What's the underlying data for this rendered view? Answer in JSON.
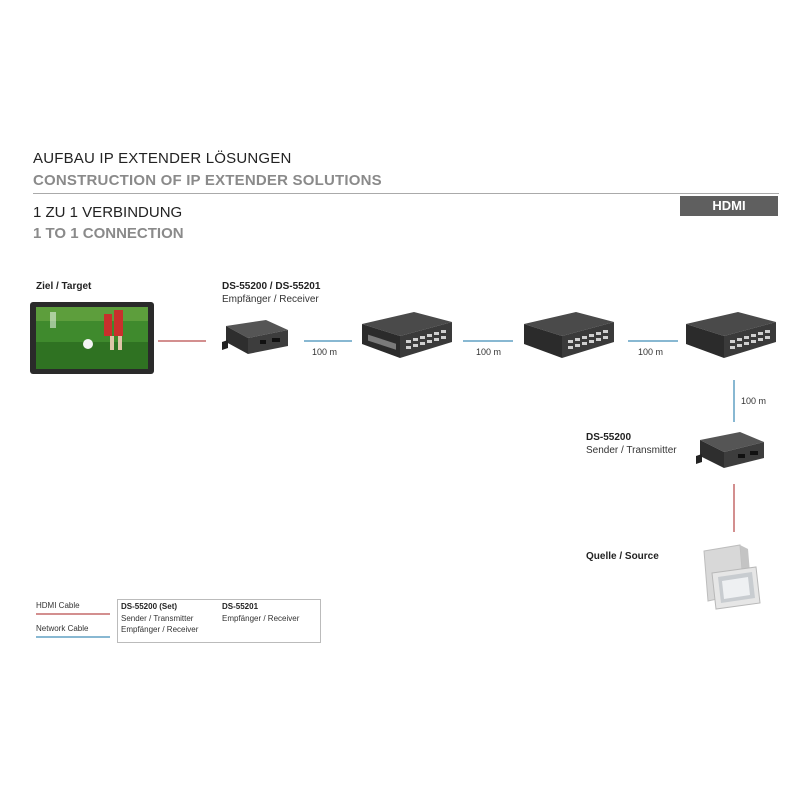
{
  "header": {
    "title_de": "AUFBAU IP EXTENDER LÖSUNGEN",
    "title_en": "CONSTRUCTION OF IP EXTENDER SOLUTIONS",
    "subtitle_de": "1 ZU 1 VERBINDUNG",
    "subtitle_en": "1 TO 1 CONNECTION",
    "badge": "HDMI"
  },
  "diagram": {
    "target_label": "Ziel / Target",
    "receiver_model": "DS-55200 / DS-55201",
    "receiver_role": "Empfänger / Receiver",
    "distance_1": "100 m",
    "distance_2": "100 m",
    "distance_3": "100 m",
    "distance_4": "100 m",
    "sender_model": "DS-55200",
    "sender_role": "Sender / Transmitter",
    "source_label": "Quelle / Source"
  },
  "legend": {
    "hdmi_cable": "HDMI Cable",
    "network_cable": "Network Cable",
    "set_model": "DS-55200 (Set)",
    "set_line1": "Sender / Transmitter",
    "set_line2": "Empfänger / Receiver",
    "single_model": "DS-55201",
    "single_line1": "Empfänger / Receiver"
  },
  "colors": {
    "hdmi_cable": "#d38f8f",
    "network_cable": "#88b8d2",
    "badge_bg": "#5f5f5f",
    "muted_heading": "#8a8a8a"
  }
}
